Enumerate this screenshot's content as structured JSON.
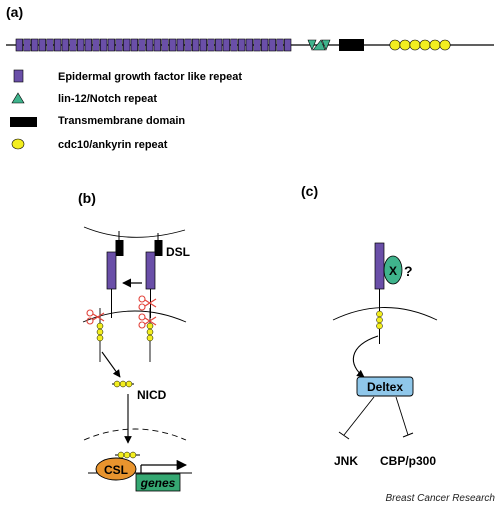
{
  "panels": {
    "a": "(a)",
    "b": "(b)",
    "c": "(c)"
  },
  "legend": {
    "egf": "Epidermal growth factor like repeat",
    "lin": "lin-12/Notch repeat",
    "tm": "Transmembrane domain",
    "cdc": "cdc10/ankyrin repeat"
  },
  "panel_b": {
    "dsl": "DSL",
    "nicd": "NICD",
    "csl": "CSL",
    "genes": "genes"
  },
  "panel_c": {
    "x": "X",
    "question": "?",
    "deltex": "Deltex",
    "jnk": "JNK",
    "cbp": "CBP/p300"
  },
  "credit": "Breast Cancer Research",
  "colors": {
    "egf": "#6a4fa8",
    "lin": "#3fb38c",
    "cdc": "#f3ee1f",
    "deltex": "#8fc7ea",
    "csl": "#e8942e",
    "genes": "#35a872",
    "scissors": "#e2443c"
  },
  "counts": {
    "egf_repeats": 36,
    "lin_repeats": 3,
    "cdc_repeats": 6
  }
}
